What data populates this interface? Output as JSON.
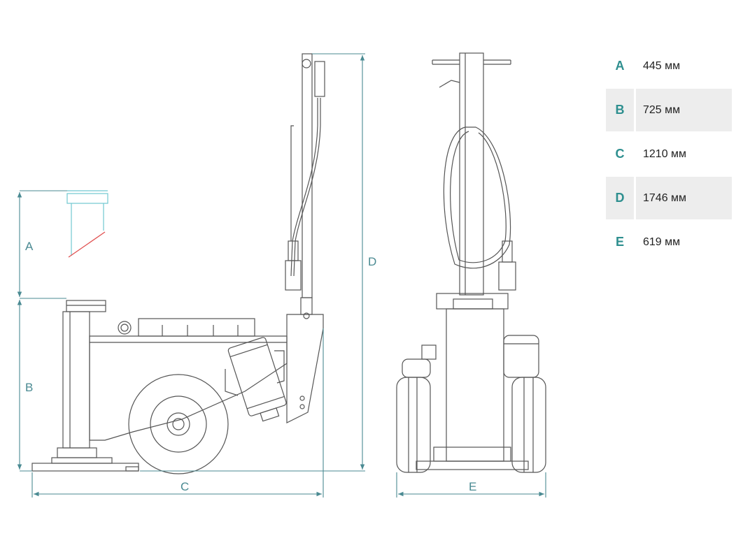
{
  "dimension_labels": {
    "a": "A",
    "b": "B",
    "c": "C",
    "d": "D",
    "e": "E"
  },
  "specs": [
    {
      "key": "A",
      "value": "445 мм",
      "shaded": false
    },
    {
      "key": "B",
      "value": "725 мм",
      "shaded": true
    },
    {
      "key": "C",
      "value": "1210 мм",
      "shaded": false
    },
    {
      "key": "D",
      "value": "1746 мм",
      "shaded": true
    },
    {
      "key": "E",
      "value": "619 мм",
      "shaded": false
    }
  ],
  "colors": {
    "line": "#555555",
    "dimension": "#4a8a92",
    "key_text": "#2e8f8f",
    "row_shade": "#ededed",
    "accent_red": "#e05050",
    "accent_cyan": "#70c8d0"
  }
}
